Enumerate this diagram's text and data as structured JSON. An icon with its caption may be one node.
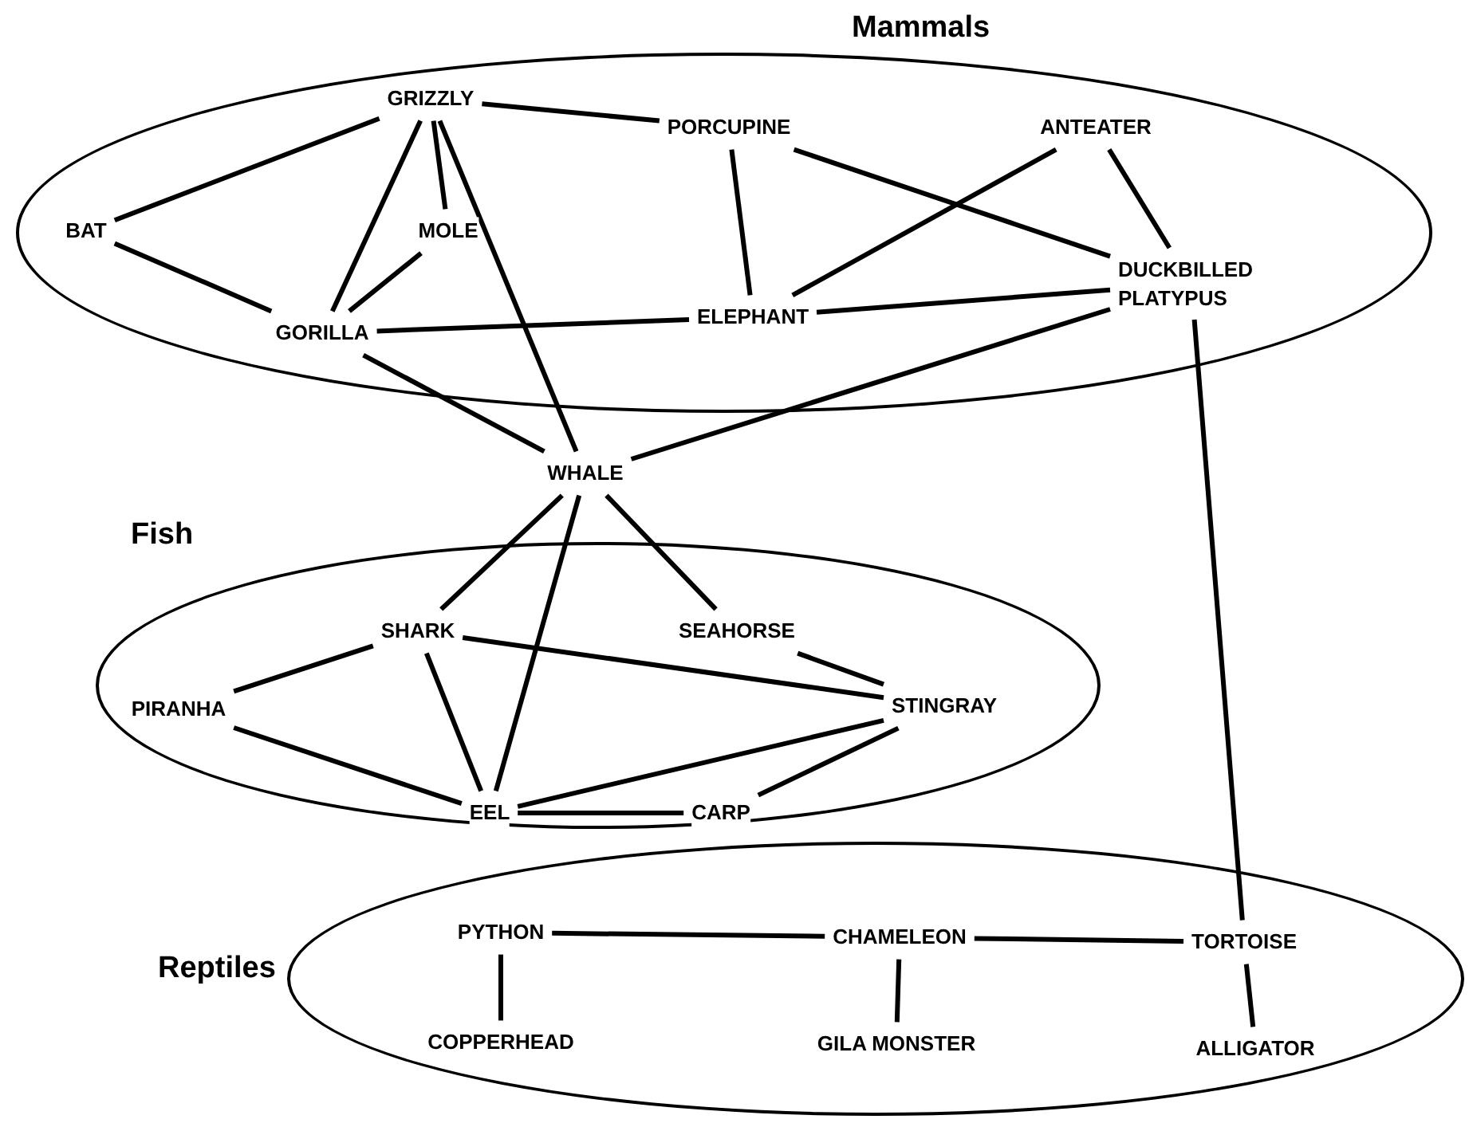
{
  "diagram": {
    "nodes": [
      {
        "text": [
          "Mammals"
        ]
      },
      {
        "text": [
          "GRIZZLY"
        ],
        "in": 0
      },
      {
        "text": [
          "PORCUPINE"
        ],
        "in": 0
      },
      {
        "text": [
          "ANTEATER"
        ],
        "in": 0
      },
      {
        "text": [
          "BAT"
        ],
        "in": 0
      },
      {
        "text": [
          "MOLE"
        ],
        "in": 0
      },
      {
        "text": [
          "ELEPHANT"
        ],
        "in": 0
      },
      {
        "text": [
          "DUCKBILLED PLATYPUS"
        ],
        "in": 0
      },
      {
        "text": [
          "GORILLA"
        ],
        "in": 0
      },
      {
        "text": [
          "WHALE"
        ]
      },
      {
        "text": [
          "Fish"
        ]
      },
      {
        "text": [
          "SHARK"
        ],
        "in": 10
      },
      {
        "text": [
          "SEAHORSE"
        ],
        "in": 10
      },
      {
        "text": [
          "PIRANHA"
        ],
        "in": 10
      },
      {
        "text": [
          "STINGRAY"
        ],
        "in": 10
      },
      {
        "text": [
          "EEL"
        ],
        "in": 10
      },
      {
        "text": [
          "CARP"
        ],
        "in": 10
      },
      {
        "text": [
          "Reptiles"
        ]
      },
      {
        "text": [
          "PYTHON"
        ],
        "in": 17
      },
      {
        "text": [
          "CHAMELEON"
        ],
        "in": 17
      },
      {
        "text": [
          "TORTOISE"
        ],
        "in": 17
      },
      {
        "text": [
          "COPPERHEAD"
        ],
        "in": 17
      },
      {
        "text": [
          "GILA MONSTER"
        ],
        "in": 17
      },
      {
        "text": [
          "ALLIGATOR"
        ],
        "in": 17
      }
    ],
    "edges": [
      {
        "from": 1,
        "to": 2,
        "arrow": "none"
      },
      {
        "from": 1,
        "to": 4,
        "arrow": "none"
      },
      {
        "from": 1,
        "to": 8,
        "arrow": "none"
      },
      {
        "from": 1,
        "to": 5,
        "arrow": "none"
      },
      {
        "from": 1,
        "to": 9,
        "arrow": "none"
      },
      {
        "from": 4,
        "to": 8,
        "arrow": "none"
      },
      {
        "from": 5,
        "to": 8,
        "arrow": "none"
      },
      {
        "from": 8,
        "to": 6,
        "arrow": "none"
      },
      {
        "from": 8,
        "to": 9,
        "arrow": "none"
      },
      {
        "from": 2,
        "to": 6,
        "arrow": "none"
      },
      {
        "from": 2,
        "to": 7,
        "arrow": "none"
      },
      {
        "from": 3,
        "to": 6,
        "arrow": "none"
      },
      {
        "from": 3,
        "to": 7,
        "arrow": "none"
      },
      {
        "from": 6,
        "to": 7,
        "arrow": "none"
      },
      {
        "from": 7,
        "to": 9,
        "arrow": "none"
      },
      {
        "from": 7,
        "to": 20,
        "arrow": "none"
      },
      {
        "from": 9,
        "to": 11,
        "arrow": "none"
      },
      {
        "from": 9,
        "to": 15,
        "arrow": "none"
      },
      {
        "from": 9,
        "to": 12,
        "arrow": "none"
      },
      {
        "from": 11,
        "to": 13,
        "arrow": "none"
      },
      {
        "from": 11,
        "to": 15,
        "arrow": "none"
      },
      {
        "from": 11,
        "to": 14,
        "arrow": "none"
      },
      {
        "from": 12,
        "to": 14,
        "arrow": "none"
      },
      {
        "from": 13,
        "to": 15,
        "arrow": "none"
      },
      {
        "from": 15,
        "to": 14,
        "arrow": "none"
      },
      {
        "from": 15,
        "to": 16,
        "arrow": "none"
      },
      {
        "from": 16,
        "to": 14,
        "arrow": "none"
      },
      {
        "from": 18,
        "to": 19,
        "arrow": "none"
      },
      {
        "from": 19,
        "to": 20,
        "arrow": "none"
      },
      {
        "from": 18,
        "to": 21,
        "arrow": "none"
      },
      {
        "from": 19,
        "to": 22,
        "arrow": "none"
      },
      {
        "from": 20,
        "to": 23,
        "arrow": "none"
      }
    ]
  }
}
